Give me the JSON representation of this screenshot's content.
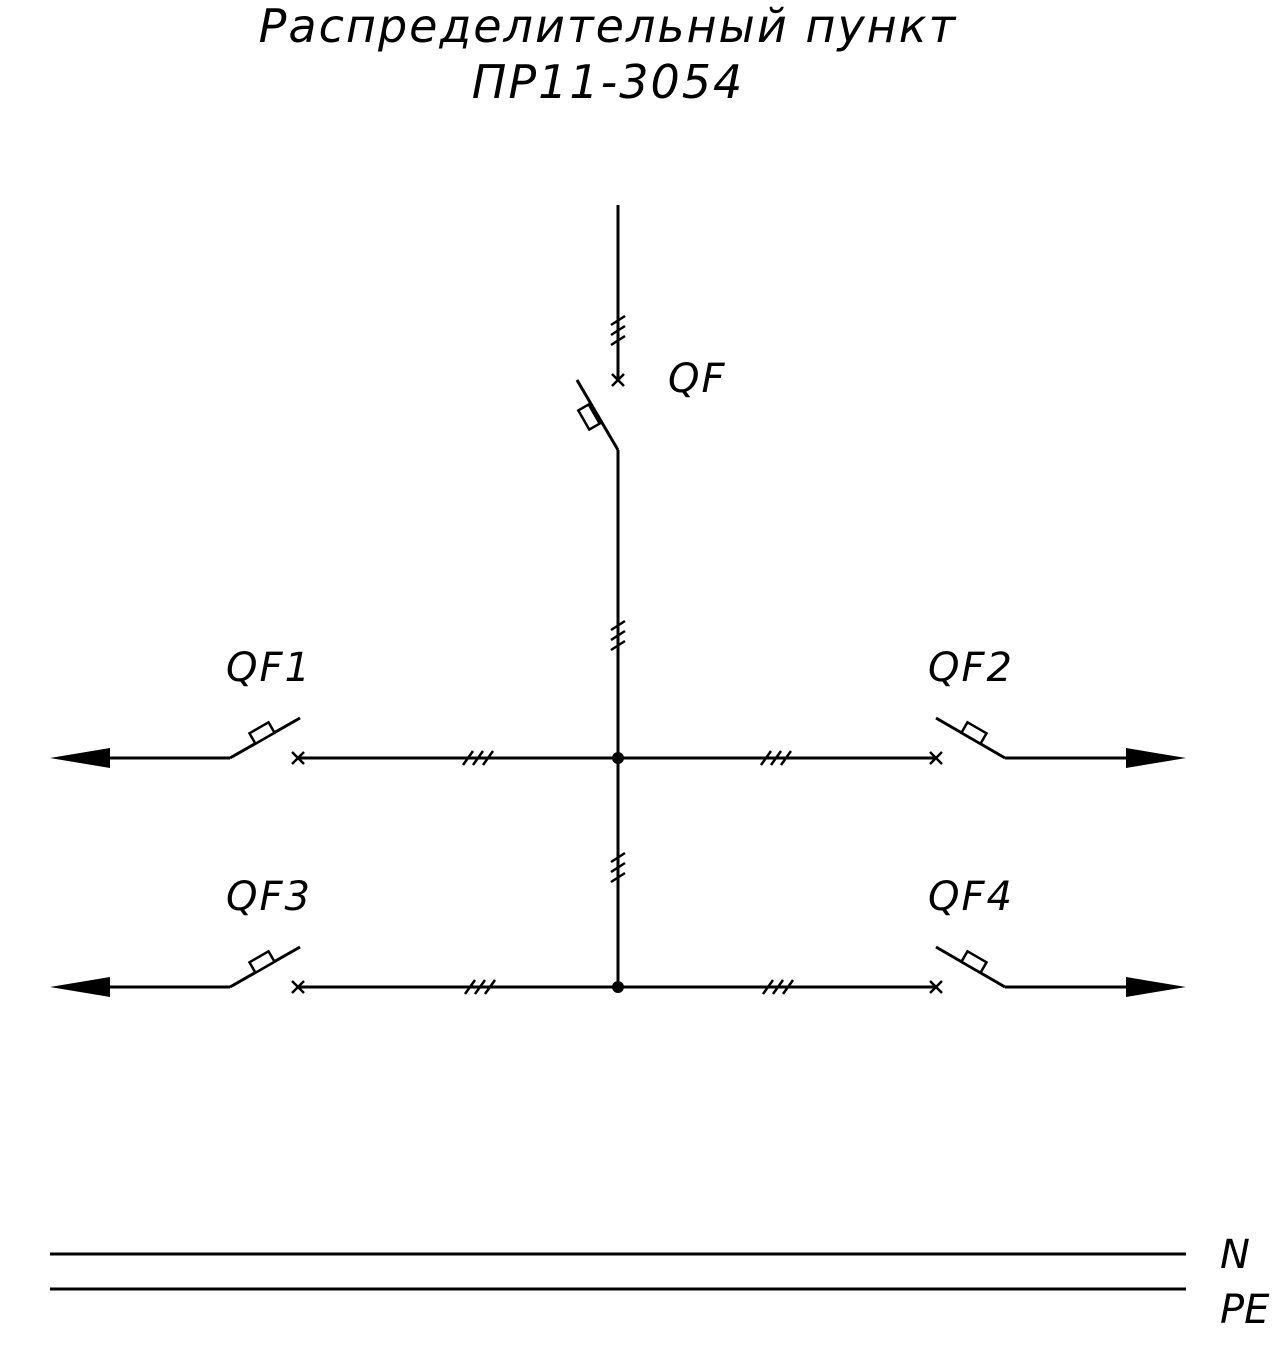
{
  "title": {
    "line1": "Распределительный пункт",
    "line2": "ПР11-3054"
  },
  "breakers": {
    "main": "QF",
    "qf1": "QF1",
    "qf2": "QF2",
    "qf3": "QF3",
    "qf4": "QF4"
  },
  "buses": {
    "neutral": "N",
    "protective_earth": "PE"
  }
}
